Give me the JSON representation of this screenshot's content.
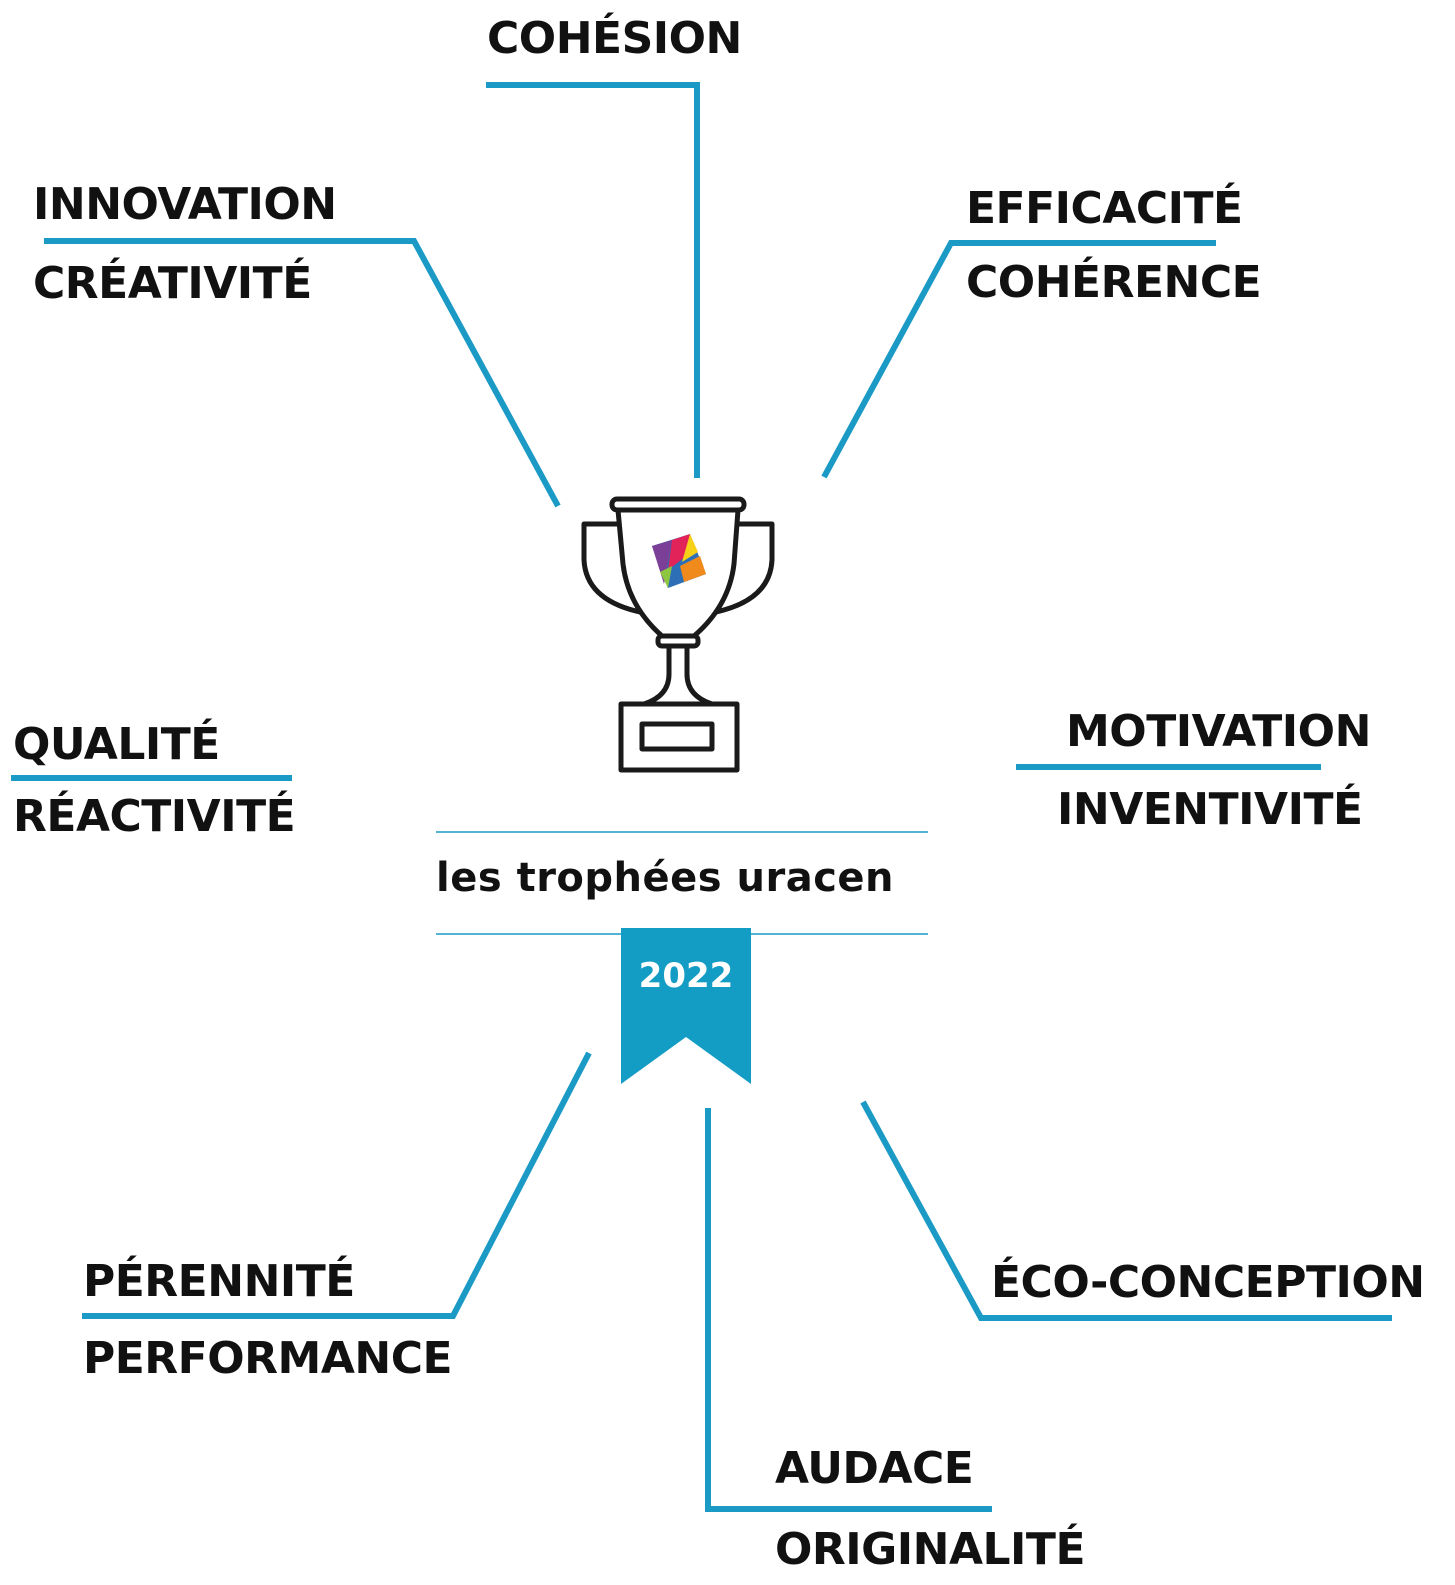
{
  "labels": {
    "cohesion": "COHÉSION",
    "innovation": "INNOVATION",
    "creativite": "CRÉATIVITÉ",
    "efficacite": "EFFICACITÉ",
    "coherence": "COHÉRENCE",
    "qualite": "QUALITÉ",
    "reactivite": "RÉACTIVITÉ",
    "motivation": "MOTIVATION",
    "inventivite": "INVENTIVITÉ",
    "perennite": "PÉRENNITÉ",
    "performance": "PERFORMANCE",
    "eco_conception": "ÉCO-CONCEPTION",
    "audace": "AUDACE",
    "originalite": "ORIGINALITÉ"
  },
  "brand": {
    "name": "les trophées  uracen",
    "year": "2022"
  },
  "colors": {
    "line": "#1a9ac4",
    "ribbon": "#139cc4",
    "text": "#111111",
    "trophy_outline": "#1a1a1a",
    "logo": [
      "#e2235a",
      "#7b3f98",
      "#2c6fb6",
      "#f7d117",
      "#8dc63f",
      "#f08a1c"
    ]
  },
  "icons": [
    "trophy-icon",
    "uracen-logo-icon",
    "ribbon-icon"
  ]
}
